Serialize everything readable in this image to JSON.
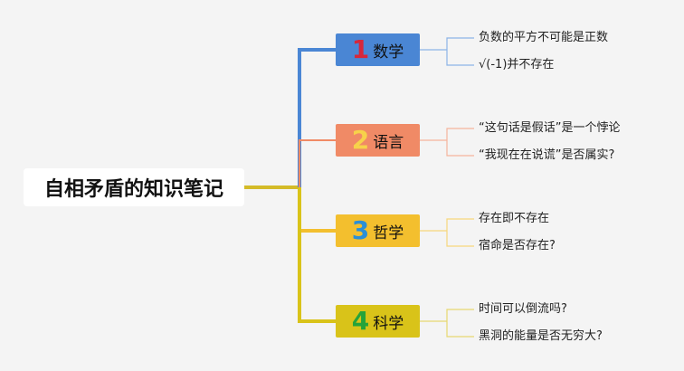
{
  "root": {
    "title": "自相矛盾的知识笔记"
  },
  "branches": [
    {
      "number": "1",
      "label": "数学",
      "fill": "#4a86d4",
      "number_color": "#d6273a",
      "line_color": "#4a86d4",
      "leaf_line_color": "#8cb3e6",
      "leaves": [
        "负数的平方不可能是正数",
        "√(-1)并不存在"
      ]
    },
    {
      "number": "2",
      "label": "语言",
      "fill": "#f08a66",
      "number_color": "#f7d24a",
      "line_color": "#f08a66",
      "leaf_line_color": "#f5b39c",
      "leaves": [
        "“这句话是假话”是一个悖论",
        "“我现在在说谎”是否属实?"
      ]
    },
    {
      "number": "3",
      "label": "哲学",
      "fill": "#f3bf2e",
      "number_color": "#2b8fd6",
      "line_color": "#f3bf2e",
      "leaf_line_color": "#f6d77c",
      "leaves": [
        "存在即不存在",
        "宿命是否存在?"
      ]
    },
    {
      "number": "4",
      "label": "科学",
      "fill": "#d9c319",
      "number_color": "#26a33a",
      "line_color": "#d9c319",
      "leaf_line_color": "#e6d870",
      "leaves": [
        "时间可以倒流吗?",
        "黑洞的能量是否无穷大?"
      ]
    }
  ],
  "colors": {
    "trunk": "#d4bb28",
    "background": "#f4f4f4"
  }
}
